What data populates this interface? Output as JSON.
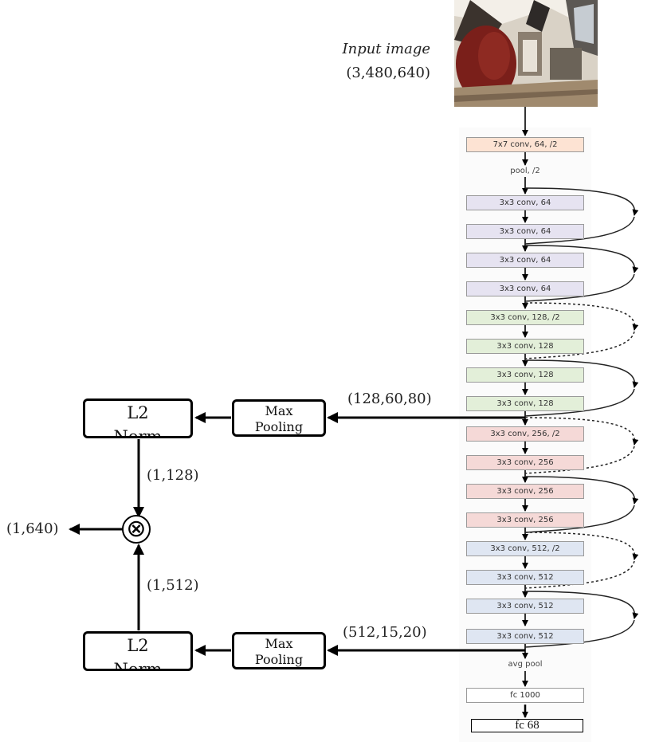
{
  "input": {
    "title": "Input image",
    "shape": "(3,480,640)"
  },
  "layers": [
    {
      "label": "7x7 conv, 64, /2",
      "color": "#fde3d3"
    },
    {
      "label": "3x3 conv, 64",
      "color": "#e6e3f1"
    },
    {
      "label": "3x3 conv, 64",
      "color": "#e6e3f1"
    },
    {
      "label": "3x3 conv, 64",
      "color": "#e6e3f1"
    },
    {
      "label": "3x3 conv, 64",
      "color": "#e6e3f1"
    },
    {
      "label": "3x3 conv, 128, /2",
      "color": "#e3efd9"
    },
    {
      "label": "3x3 conv, 128",
      "color": "#e3efd9"
    },
    {
      "label": "3x3 conv, 128",
      "color": "#e3efd9"
    },
    {
      "label": "3x3 conv, 128",
      "color": "#e3efd9"
    },
    {
      "label": "3x3 conv, 256, /2",
      "color": "#f5d9d7"
    },
    {
      "label": "3x3 conv, 256",
      "color": "#f5d9d7"
    },
    {
      "label": "3x3 conv, 256",
      "color": "#f5d9d7"
    },
    {
      "label": "3x3 conv, 256",
      "color": "#f5d9d7"
    },
    {
      "label": "3x3 conv, 512, /2",
      "color": "#dfe6f2"
    },
    {
      "label": "3x3 conv, 512",
      "color": "#dfe6f2"
    },
    {
      "label": "3x3 conv, 512",
      "color": "#dfe6f2"
    },
    {
      "label": "3x3 conv, 512",
      "color": "#dfe6f2"
    },
    {
      "label": "fc 1000",
      "color": "#ffffff"
    }
  ],
  "pool_label": "pool, /2",
  "avgpool_label": "avg pool",
  "fc68_label": "fc 68",
  "branches": {
    "top": {
      "pool_line1": "Max",
      "pool_line2": "Pooling",
      "l2_line1": "L2",
      "l2_line2": "Norm",
      "feature_shape": "(128,60,80)",
      "vector_shape": "(1,128)"
    },
    "bottom": {
      "pool_line1": "Max",
      "pool_line2": "Pooling",
      "l2_line1": "L2",
      "l2_line2": "Norm",
      "feature_shape": "(512,15,20)",
      "vector_shape": "(1,512)"
    }
  },
  "output_shape": "(1,640)",
  "combine_symbol": "⊗"
}
